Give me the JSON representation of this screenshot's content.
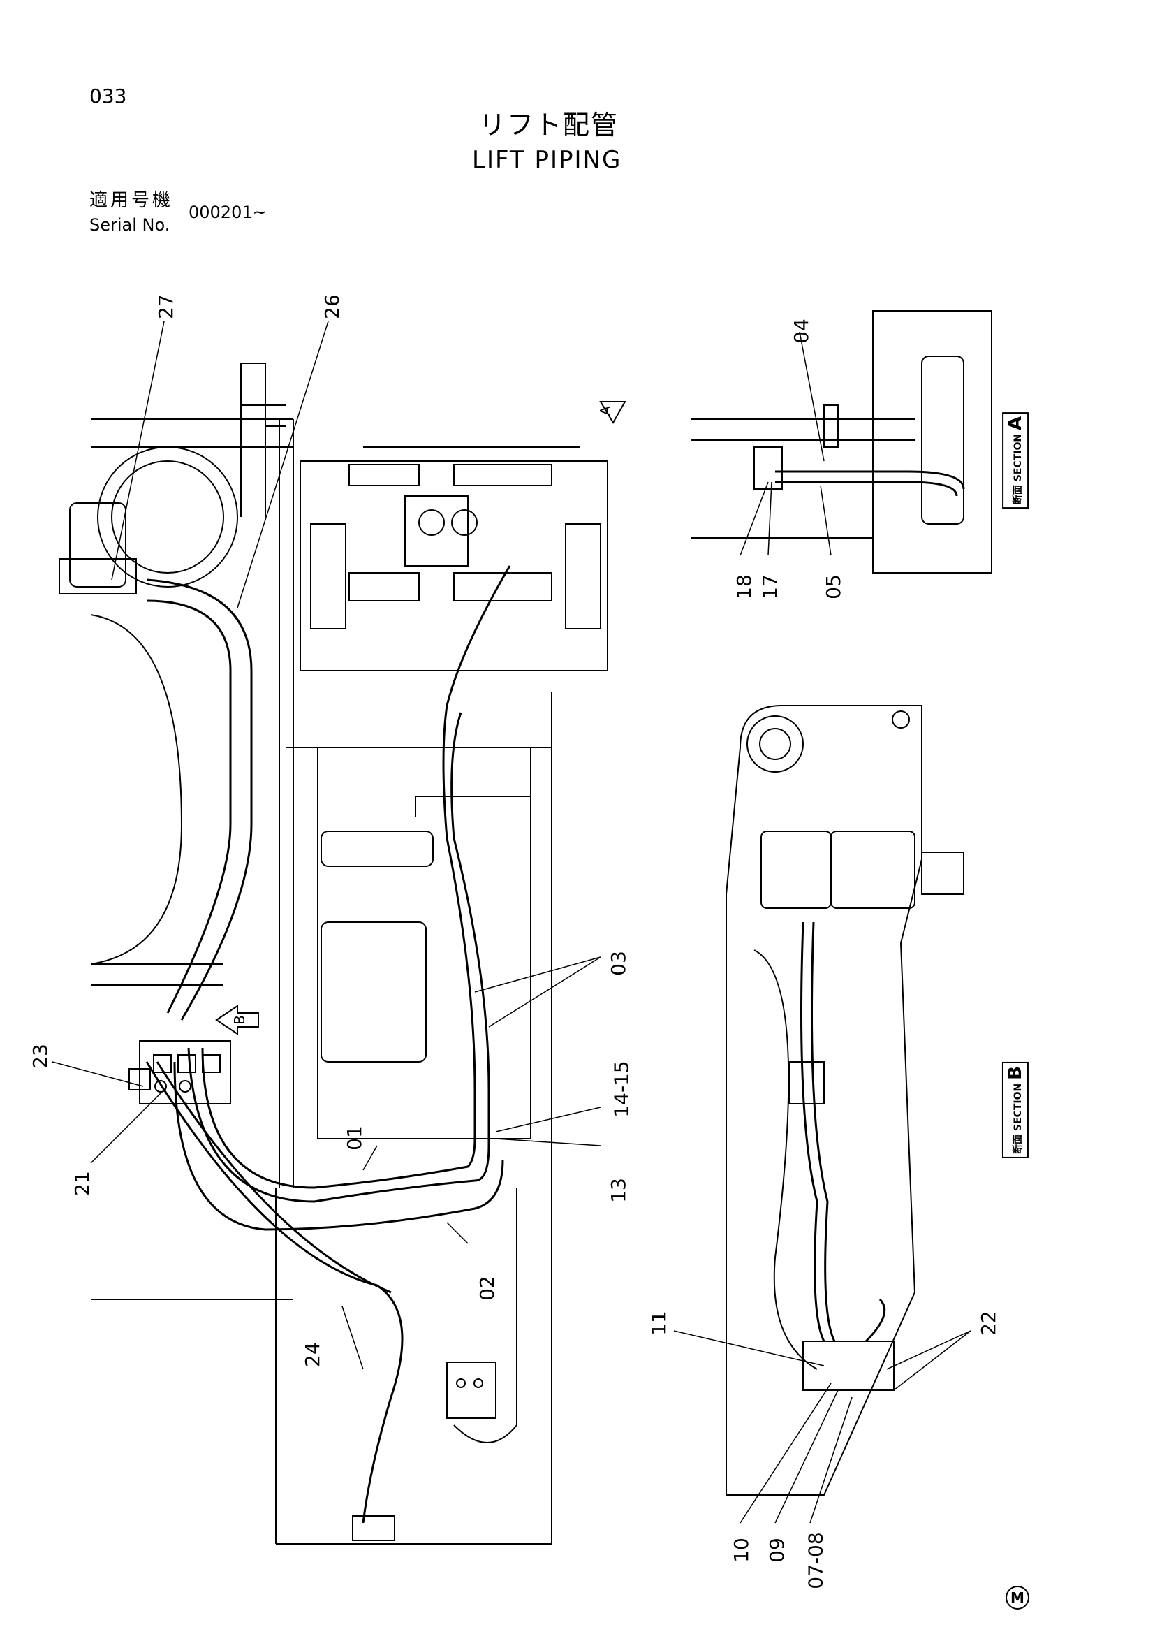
{
  "header": {
    "page_number": "033",
    "title_jp": "リフト配管",
    "title_en": "LIFT PIPING",
    "serial_label_jp": "適用号機",
    "serial_label_en": "Serial No.",
    "serial_value": "000201~"
  },
  "sections": {
    "a_label_jp": "断面",
    "a_label_en": "SECTION",
    "a_letter": "A",
    "b_label_jp": "断面",
    "b_label_en": "SECTION",
    "b_letter": "B",
    "arrow_a": "A",
    "arrow_b": "B"
  },
  "callouts": {
    "c27": "27",
    "c26": "26",
    "c04": "04",
    "c18": "18",
    "c17": "17",
    "c05": "05",
    "c03": "03",
    "c14_15": "14-15",
    "c13": "13",
    "c01": "01",
    "c02": "02",
    "c23": "23",
    "c21": "21",
    "c24": "24",
    "c11": "11",
    "c22": "22",
    "c10": "10",
    "c09": "09",
    "c07_08": "07-08"
  },
  "footer": {
    "mark": "M"
  }
}
